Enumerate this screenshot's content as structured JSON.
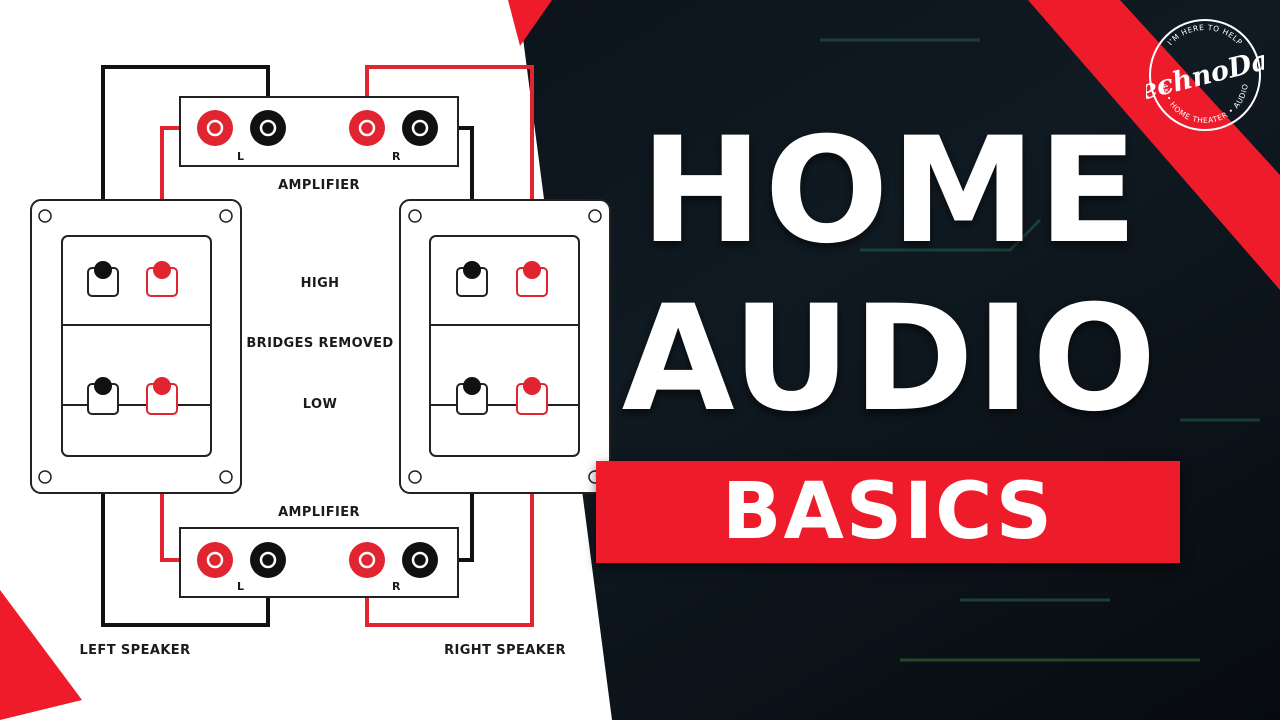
{
  "diagram": {
    "amplifier_top": "AMPLIFIER",
    "amplifier_bottom": "AMPLIFIER",
    "channel_left": "L",
    "channel_right": "R",
    "high": "HIGH",
    "bridges_removed": "BRIDGES REMOVED",
    "low": "LOW",
    "left_speaker": "LEFT SPEAKER",
    "right_speaker": "RIGHT SPEAKER"
  },
  "title": {
    "line1": "HOME",
    "line2": "AUDIO",
    "badge": "BASICS"
  },
  "logo": {
    "name": "TechnoDad",
    "ring_top": "I'M HERE TO HELP",
    "ring_bottom": "4K • HOME THEATER • AUDIO"
  },
  "colors": {
    "accent_red": "#ee1b2b",
    "wire_red": "#e02430",
    "wire_black": "#111111",
    "background_dark": "#0c1218",
    "diagram_bg": "#ffffff"
  }
}
